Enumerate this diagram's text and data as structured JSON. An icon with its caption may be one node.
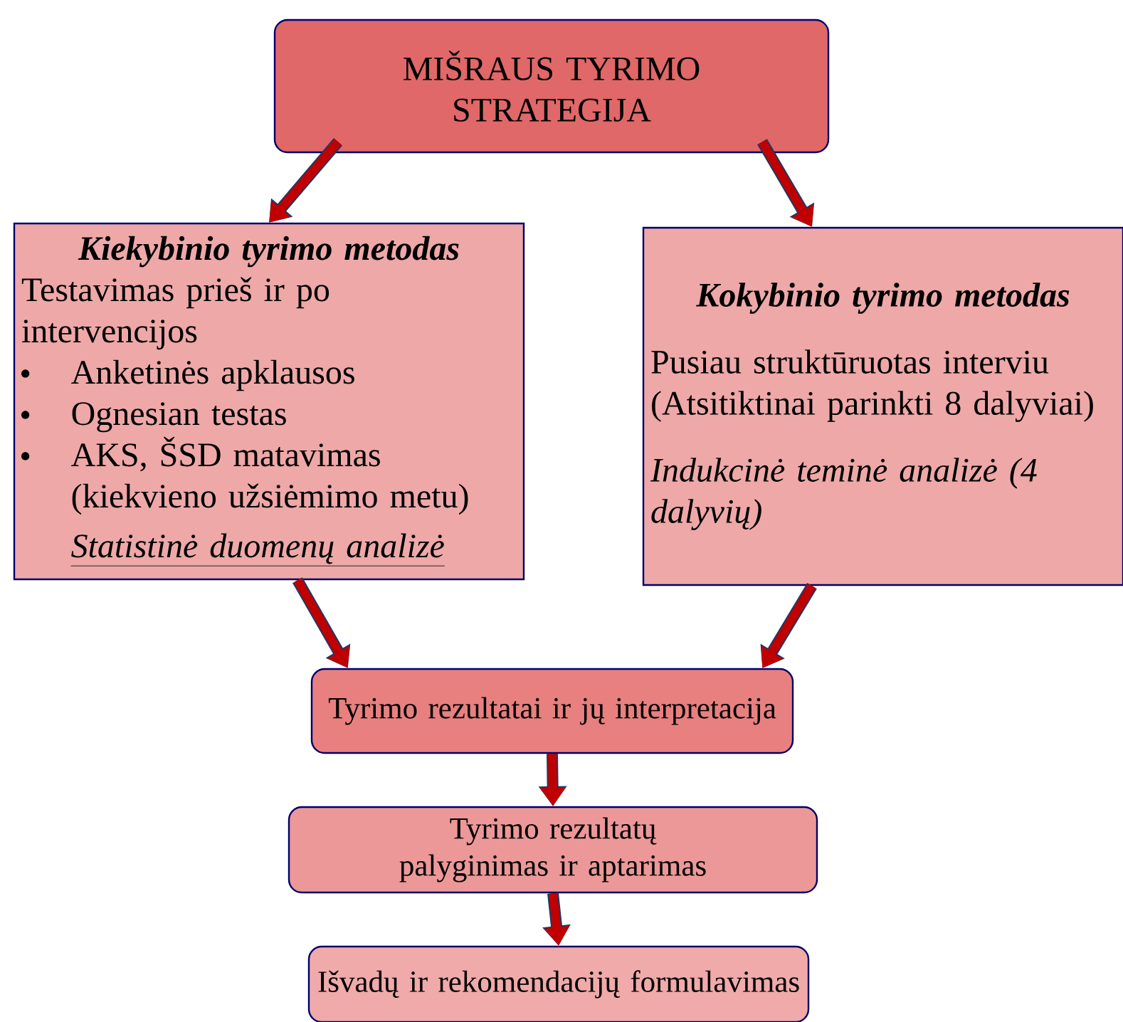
{
  "diagram": {
    "nodes": [
      {
        "text": [
          "MIŠRAUS TYRIMO STRATEGIJA"
        ]
      },
      {
        "text": [
          "Kiekybinio tyrimo metodas",
          "Testavimas prieš ir po intervencijos",
          "Anketinės apklausos",
          "Ognesian testas",
          "AKS, ŠSD matavimas (kiekvieno užsiėmimo metu)",
          "Statistinė duomenų analizė"
        ]
      },
      {
        "text": [
          "Kokybinio tyrimo metodas",
          "Pusiau struktūruotas interviu",
          "(Atsitiktinai parinkti 8 dalyviai)",
          "Indukcinė teminė analizė (4 dalyvių)"
        ]
      },
      {
        "text": [
          "Tyrimo rezultatai ir jų interpretacija"
        ]
      },
      {
        "text": [
          "Tyrimo rezultatų palyginimas ir aptarimas"
        ]
      },
      {
        "text": [
          "Išvadų ir rekomendacijų formulavimas"
        ]
      }
    ],
    "edges": [
      {
        "from": 0,
        "to": 1,
        "arrow": "to"
      },
      {
        "from": 0,
        "to": 2,
        "arrow": "to"
      },
      {
        "from": 1,
        "to": 3,
        "arrow": "to"
      },
      {
        "from": 2,
        "to": 3,
        "arrow": "to"
      },
      {
        "from": 3,
        "to": 4,
        "arrow": "to"
      },
      {
        "from": 4,
        "to": 5,
        "arrow": "to"
      }
    ]
  }
}
